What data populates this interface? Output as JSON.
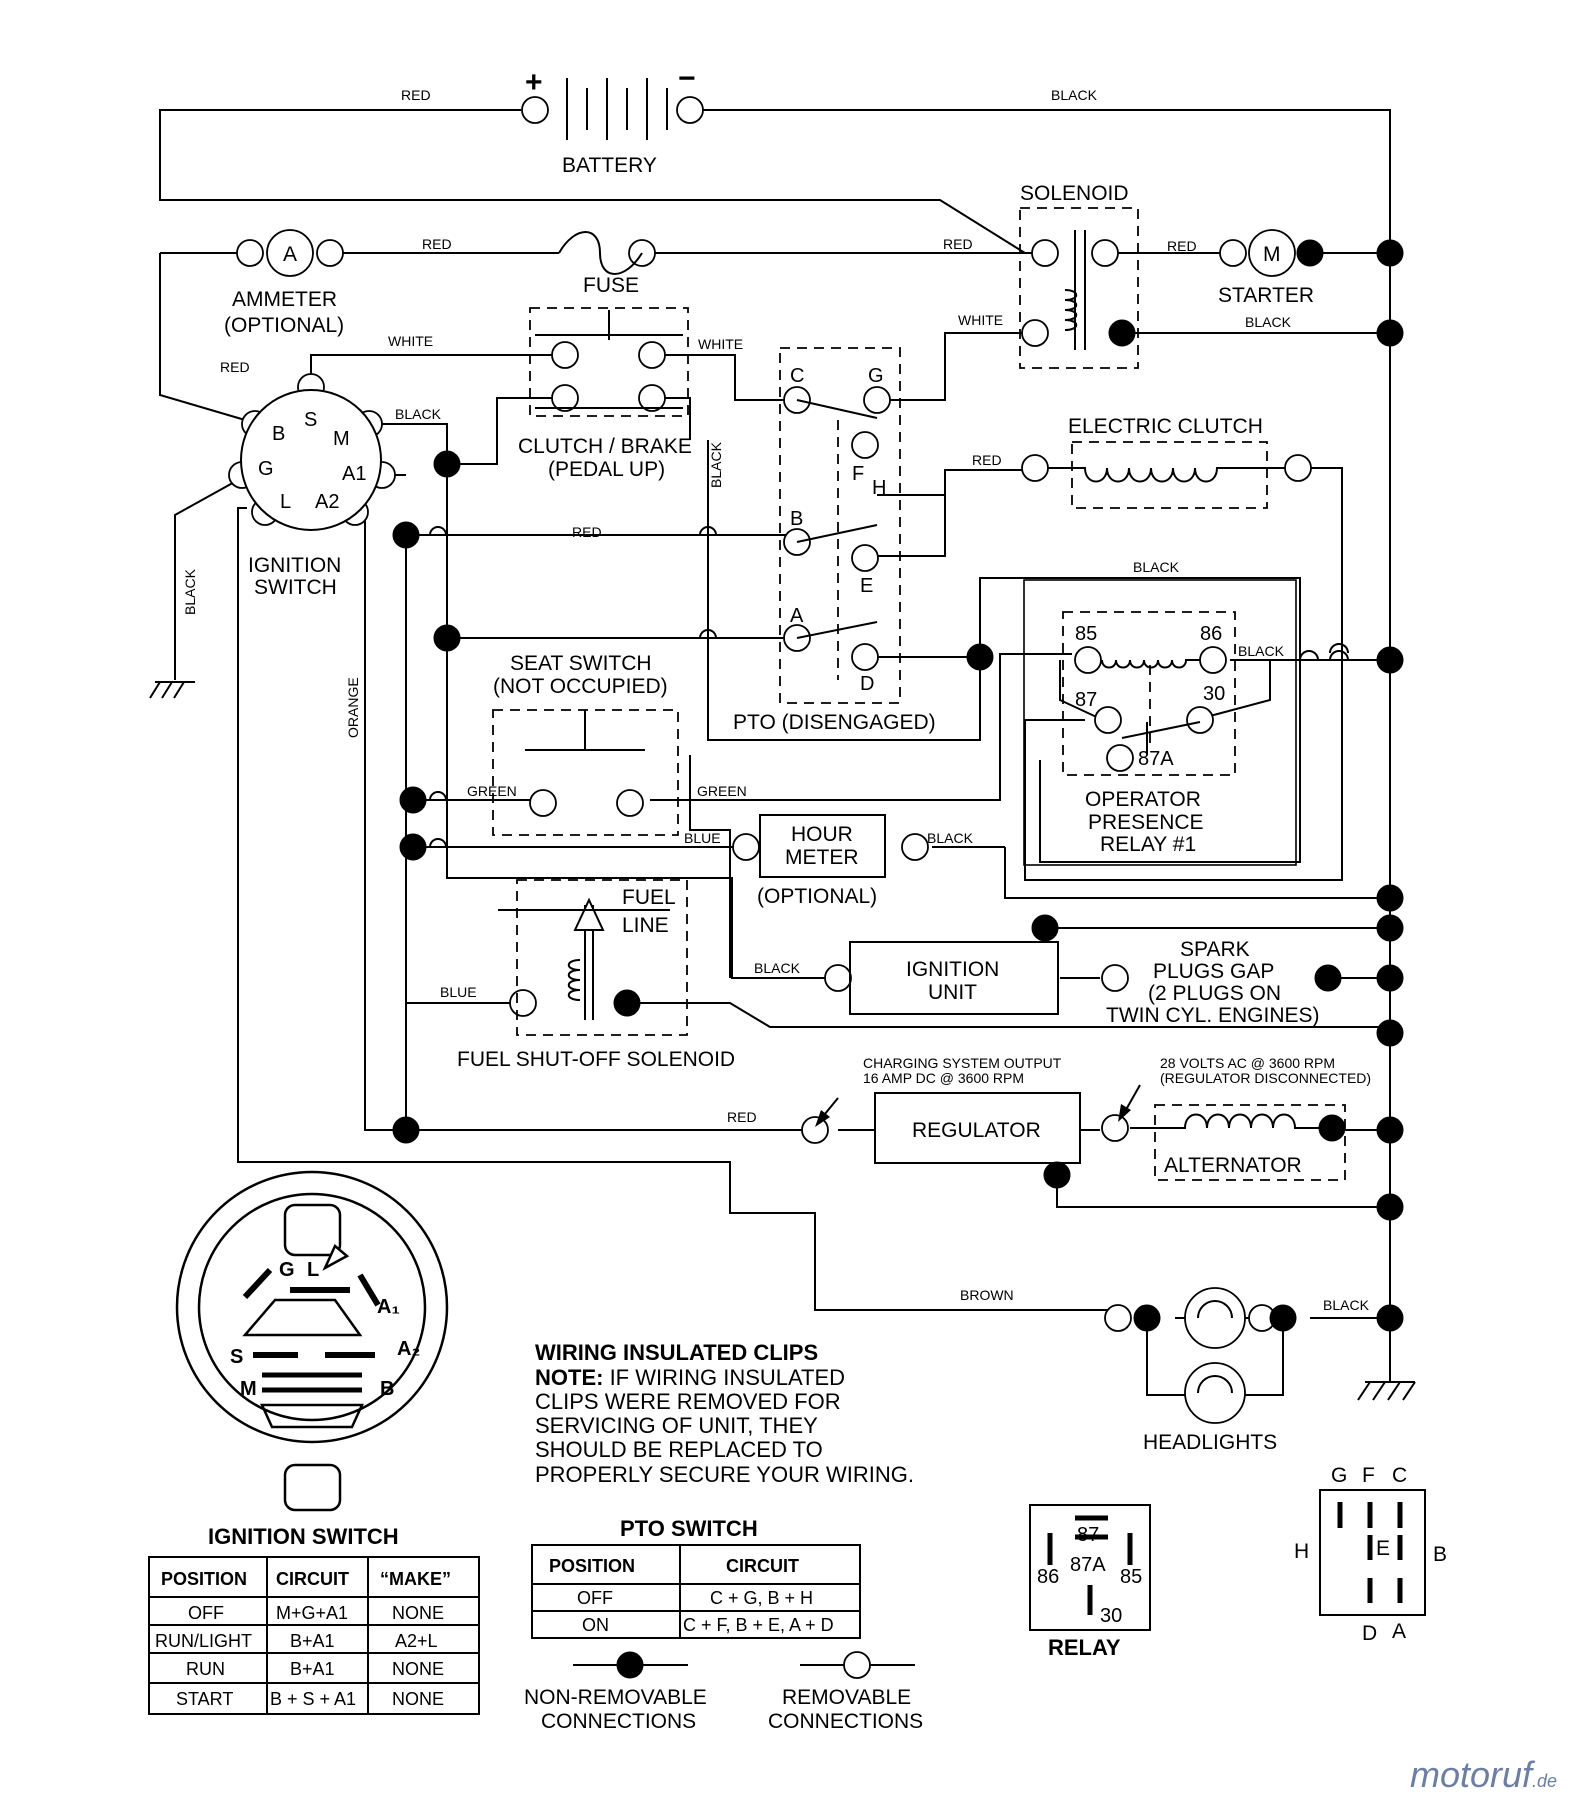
{
  "components": {
    "battery": "BATTERY",
    "battery_plus": "+",
    "battery_minus": "−",
    "solenoid": "SOLENOID",
    "starter": "STARTER",
    "starter_motor": "M",
    "ammeter_symbol": "A",
    "ammeter_1": "AMMETER",
    "ammeter_2": "(OPTIONAL)",
    "fuse": "FUSE",
    "clutch_brake_1": "CLUTCH / BRAKE",
    "clutch_brake_2": "(PEDAL UP)",
    "ignition_switch_1": "IGNITION",
    "ignition_switch_2": "SWITCH",
    "electric_clutch": "ELECTRIC CLUTCH",
    "pto_disengaged": "PTO (DISENGAGED)",
    "seat_switch_1": "SEAT SWITCH",
    "seat_switch_2": "(NOT OCCUPIED)",
    "relay_1": "OPERATOR",
    "relay_2": "PRESENCE",
    "relay_3": "RELAY #1",
    "hour_meter_1": "HOUR",
    "hour_meter_2": "METER",
    "hour_meter_3": "(OPTIONAL)",
    "fuel_line_1": "FUEL",
    "fuel_line_2": "LINE",
    "fuel_solenoid": "FUEL SHUT-OFF SOLENOID",
    "ignition_unit_1": "IGNITION",
    "ignition_unit_2": "UNIT",
    "spark_1": "SPARK",
    "spark_2": "PLUGS GAP",
    "spark_3": "(2 PLUGS ON",
    "spark_4": "TWIN CYL. ENGINES)",
    "charging_1": "CHARGING SYSTEM OUTPUT",
    "charging_2": "16 AMP DC @ 3600 RPM",
    "volts_1": "28 VOLTS AC @ 3600 RPM",
    "volts_2": "(REGULATOR DISCONNECTED)",
    "regulator": "REGULATOR",
    "alternator": "ALTERNATOR",
    "headlights": "HEADLIGHTS"
  },
  "terminals": {
    "ign_S": "S",
    "ign_B": "B",
    "ign_M": "M",
    "ign_G": "G",
    "ign_A1": "A1",
    "ign_L": "L",
    "ign_A2": "A2",
    "pto_C": "C",
    "pto_G": "G",
    "pto_F": "F",
    "pto_H": "H",
    "pto_B": "B",
    "pto_E": "E",
    "pto_A": "A",
    "pto_D": "D",
    "r85": "85",
    "r86": "86",
    "r87": "87",
    "r30": "30",
    "r87A": "87A"
  },
  "wires": {
    "red": "RED",
    "black": "BLACK",
    "white": "WHITE",
    "green": "GREEN",
    "blue": "BLUE",
    "orange": "ORANGE",
    "brown": "BROWN"
  },
  "ignition_switch_face": {
    "G": "G",
    "L": "L",
    "A1": "A₁",
    "A2": "A₂",
    "S": "S",
    "M": "M",
    "B": "B"
  },
  "note": {
    "title": "WIRING INSULATED CLIPS",
    "prefix": "NOTE:",
    "line1": " IF WIRING INSULATED",
    "line2": "CLIPS WERE REMOVED FOR",
    "line3": "SERVICING OF UNIT, THEY",
    "line4": "SHOULD BE REPLACED TO",
    "line5": "PROPERLY SECURE YOUR WIRING."
  },
  "ignition_table": {
    "title": "IGNITION SWITCH",
    "headers": [
      "POSITION",
      "CIRCUIT",
      "“MAKE”"
    ],
    "rows": [
      [
        "OFF",
        "M+G+A1",
        "NONE"
      ],
      [
        "RUN/LIGHT",
        "B+A1",
        "A2+L"
      ],
      [
        "RUN",
        "B+A1",
        "NONE"
      ],
      [
        "START",
        "B + S + A1",
        "NONE"
      ]
    ]
  },
  "pto_table": {
    "title": "PTO SWITCH",
    "headers": [
      "POSITION",
      "CIRCUIT"
    ],
    "rows": [
      [
        "OFF",
        "C + G, B + H"
      ],
      [
        "ON",
        "C + F, B + E, A + D"
      ]
    ]
  },
  "legend": {
    "nonremovable_1": "NON-REMOVABLE",
    "nonremovable_2": "CONNECTIONS",
    "removable_1": "REMOVABLE",
    "removable_2": "CONNECTIONS"
  },
  "relay_pinout": {
    "title": "RELAY",
    "p87": "87",
    "p87A": "87A",
    "p86": "86",
    "p85": "85",
    "p30": "30"
  },
  "pto_pinout": {
    "G": "G",
    "F": "F",
    "C": "C",
    "H": "H",
    "E": "E",
    "B": "B",
    "D": "D",
    "A": "A"
  },
  "watermark": {
    "main": "motoruf",
    "suffix": ".de"
  }
}
